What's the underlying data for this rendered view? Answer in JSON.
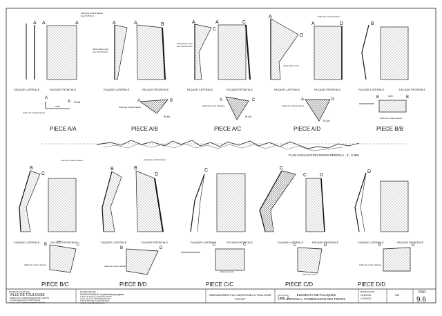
{
  "drawing": {
    "top_row": [
      {
        "label": "PIECE A/A",
        "left": "A",
        "right": "A"
      },
      {
        "label": "PIECE A/B",
        "left": "A",
        "right": "B"
      },
      {
        "label": "PIECE A/C",
        "left": "A",
        "right": "C"
      },
      {
        "label": "PIECE A/D",
        "left": "A",
        "right": "D"
      },
      {
        "label": "PIECE B/B",
        "left": "B",
        "right": "B"
      }
    ],
    "bottom_row": [
      {
        "label": "PIECE B/C",
        "left": "B",
        "right": "C"
      },
      {
        "label": "PIECE B/D",
        "left": "B",
        "right": "D"
      },
      {
        "label": "PIECE C/C",
        "left": "C",
        "right": "C"
      },
      {
        "label": "PIECE C/D",
        "left": "C",
        "right": "D"
      },
      {
        "label": "PIECE D/D",
        "left": "D",
        "right": "D"
      }
    ],
    "facade_laterale": "FAÇADE LATERALE",
    "facade_frontale": "FACADE FRONTALE",
    "plan_word": "PLAN",
    "plan_localisation": "PLAN LOCALISATION PIECES PERGOLA - E : 1/ 500",
    "dim_value": "2000"
  },
  "title_block": {
    "client_header": "MAITRE DE L'OUVRAGE",
    "client_name": "VILLE DE TOULOUSE",
    "client_dept": "DIRECTION JARDINS&ESPACES VERTS",
    "client_address": "12, Rue Roquemaurel 31300 Toulouse",
    "client_contact": "T. 05 62 27 46 52 / jennifer.morel@mairie-toulouse.fr",
    "designer_header": "MAITRE D'ŒUVRE",
    "designer_name": "MICHELE&MIQUEL arquitectes&paysagistes",
    "designer_address": "6, Rue des Régions 31300 TOULOUSE",
    "designer_address2": "Carrer Carmel 6, 08031 BARCELONA",
    "designer_phone": "T. 05 61 59 00 82 / F. 06 92 99 59 64",
    "designer_email": "michele_miquel@telefonica.net",
    "project_title": "AMENAGEMENT DU JARDIN NIEL A TOULOUSE",
    "phase": "PROJET",
    "sheet_title": "ELEMENTS METALLIQUES",
    "sheet_subtitle": "PERGOLA, COMBINAISON DES PIECES",
    "revisions_header": "MODIFICATIONS",
    "date_1": "11/11/2011",
    "date_2": "12/12/2011",
    "scale": "1/50",
    "pro_label": "PRO",
    "drawing_number": "9.6"
  }
}
